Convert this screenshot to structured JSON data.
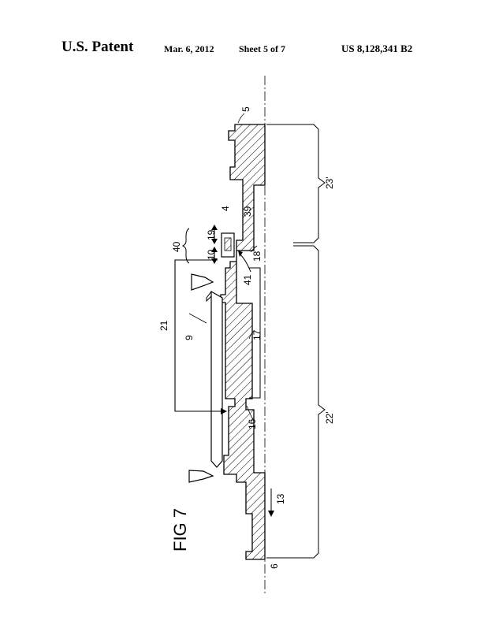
{
  "header": {
    "title": "U.S. Patent",
    "date": "Mar. 6, 2012",
    "sheet": "Sheet 5 of 7",
    "patent_number": "US 8,128,341 B2"
  },
  "figure": {
    "label": "FIG 7",
    "refs": {
      "r4": "4",
      "r5": "5",
      "r6": "6",
      "r9": "9",
      "r10": "10",
      "r13": "13",
      "r16": "16",
      "r17": "17",
      "r18": "18",
      "r19": "19",
      "r21": "21",
      "r22": "22'",
      "r23": "23'",
      "r39": "39",
      "r40": "40",
      "r41": "41"
    }
  }
}
